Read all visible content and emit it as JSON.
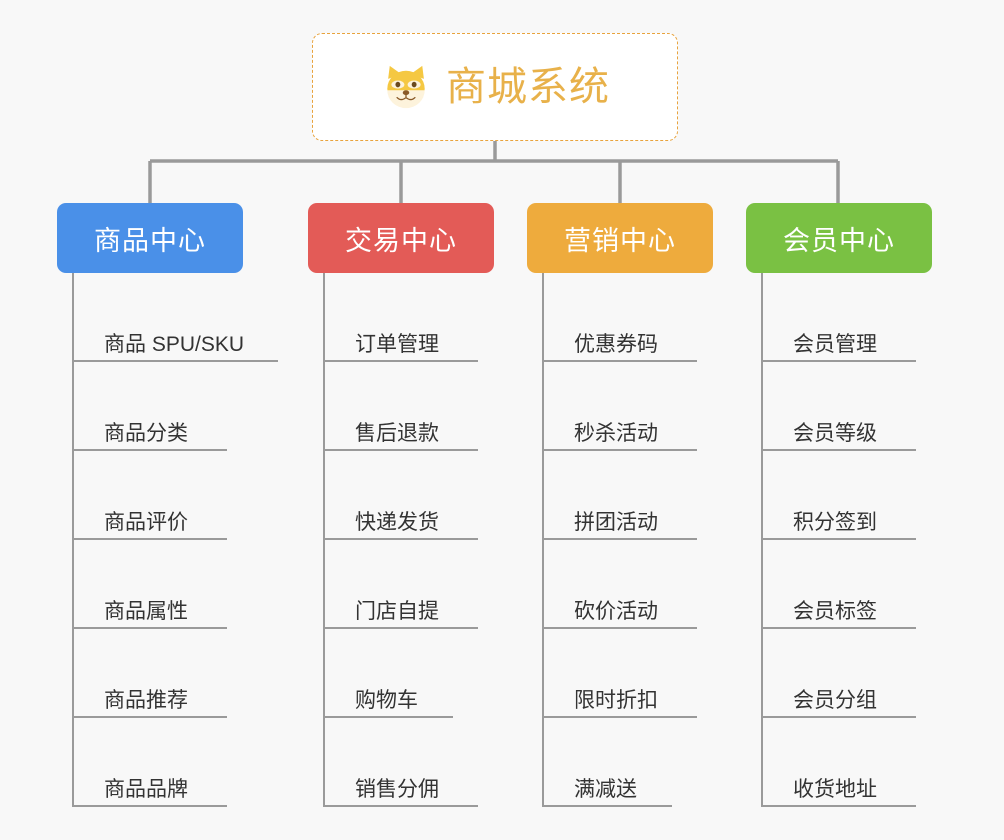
{
  "background_color": "#f8f8f8",
  "root": {
    "title": "商城系统",
    "icon": "shiba-dog-emoji",
    "text_color": "#e8b14a",
    "border_color": "#e8a33d",
    "background_color": "#ffffff"
  },
  "connector_color": "#9a9a9a",
  "columns": [
    {
      "title": "商品中心",
      "color": "#4a90e8",
      "items": [
        {
          "label": "商品 SPU/SKU",
          "width_class": "w-long"
        },
        {
          "label": "商品分类",
          "width_class": "w-four"
        },
        {
          "label": "商品评价",
          "width_class": "w-four"
        },
        {
          "label": "商品属性",
          "width_class": "w-four"
        },
        {
          "label": "商品推荐",
          "width_class": "w-four"
        },
        {
          "label": "商品品牌",
          "width_class": "w-four"
        }
      ]
    },
    {
      "title": "交易中心",
      "color": "#e35b57",
      "items": [
        {
          "label": "订单管理",
          "width_class": "w-four"
        },
        {
          "label": "售后退款",
          "width_class": "w-four"
        },
        {
          "label": "快递发货",
          "width_class": "w-four"
        },
        {
          "label": "门店自提",
          "width_class": "w-four"
        },
        {
          "label": "购物车",
          "width_class": "w-three"
        },
        {
          "label": "销售分佣",
          "width_class": "w-four"
        }
      ]
    },
    {
      "title": "营销中心",
      "color": "#eeab3d",
      "items": [
        {
          "label": "优惠券码",
          "width_class": "w-four"
        },
        {
          "label": "秒杀活动",
          "width_class": "w-four"
        },
        {
          "label": "拼团活动",
          "width_class": "w-four"
        },
        {
          "label": "砍价活动",
          "width_class": "w-four"
        },
        {
          "label": "限时折扣",
          "width_class": "w-four"
        },
        {
          "label": "满减送",
          "width_class": "w-three"
        }
      ]
    },
    {
      "title": "会员中心",
      "color": "#7ac143",
      "items": [
        {
          "label": "会员管理",
          "width_class": "w-four"
        },
        {
          "label": "会员等级",
          "width_class": "w-four"
        },
        {
          "label": "积分签到",
          "width_class": "w-four"
        },
        {
          "label": "会员标签",
          "width_class": "w-four"
        },
        {
          "label": "会员分组",
          "width_class": "w-four"
        },
        {
          "label": "收货地址",
          "width_class": "w-four"
        }
      ]
    }
  ]
}
